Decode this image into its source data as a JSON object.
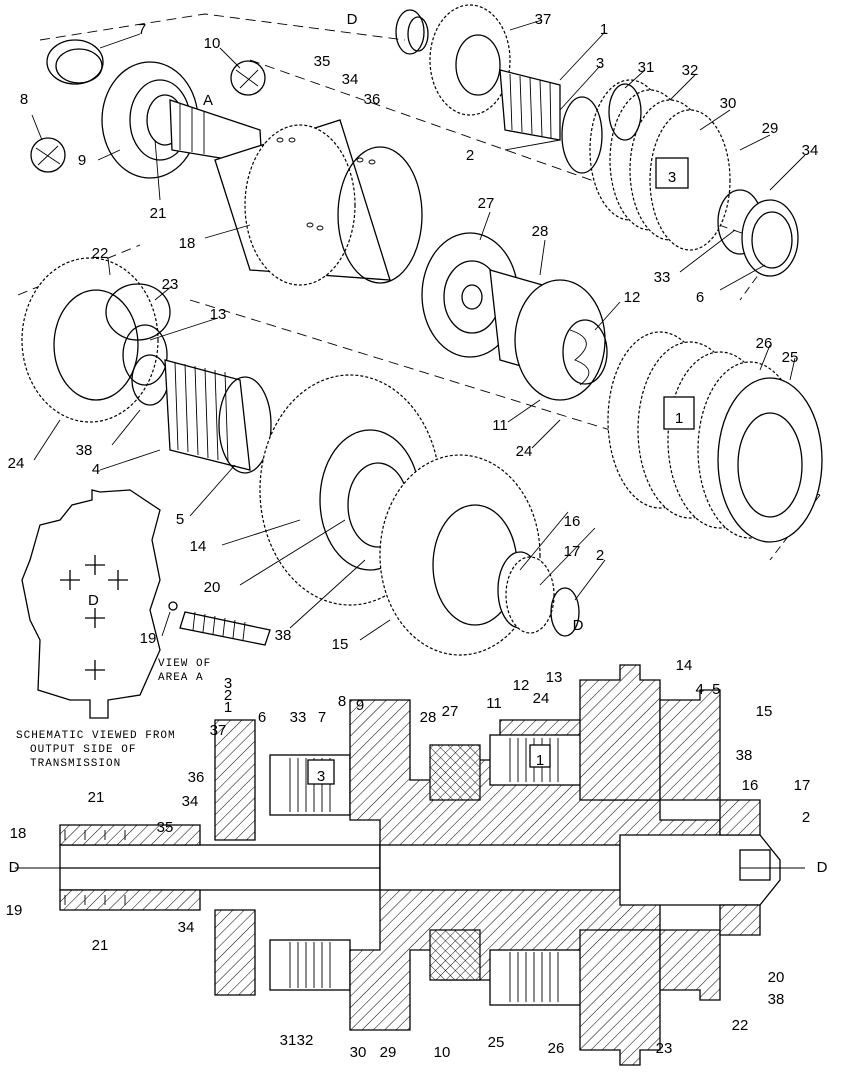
{
  "exploded_labels": [
    "D",
    "37",
    "1",
    "3",
    "31",
    "32",
    "30",
    "29",
    "34",
    "35",
    "34",
    "36",
    "2",
    "7",
    "10",
    "A",
    "8",
    "9",
    "21",
    "18",
    "27",
    "28",
    "33",
    "6",
    "22",
    "23",
    "13",
    "12",
    "26",
    "25",
    "11",
    "24",
    "24",
    "38",
    "4",
    "5",
    "14",
    "16",
    "17",
    "2",
    "D",
    "20",
    "38",
    "19",
    "15"
  ],
  "box_markers": [
    "3",
    "1"
  ],
  "area_caption": [
    "VIEW OF",
    "AREA A"
  ],
  "schematic_caption": [
    "SCHEMATIC VIEWED FROM",
    "OUTPUT SIDE OF",
    "TRANSMISSION"
  ],
  "schematic_label": "D",
  "section_labels_top": [
    "3",
    "2",
    "1",
    "37",
    "6",
    "33",
    "7",
    "8",
    "9",
    "28",
    "27",
    "11",
    "12",
    "24",
    "13",
    "14",
    "4–5",
    "15",
    "38",
    "16",
    "17",
    "2",
    "36",
    "34",
    "35",
    "21",
    "18",
    "D",
    "D",
    "19",
    "21",
    "34"
  ],
  "section_labels_bottom": [
    "31",
    "32",
    "30",
    "29",
    "10",
    "25",
    "26",
    "23",
    "22",
    "38",
    "20"
  ],
  "section_box_markers": [
    "3",
    "1"
  ]
}
